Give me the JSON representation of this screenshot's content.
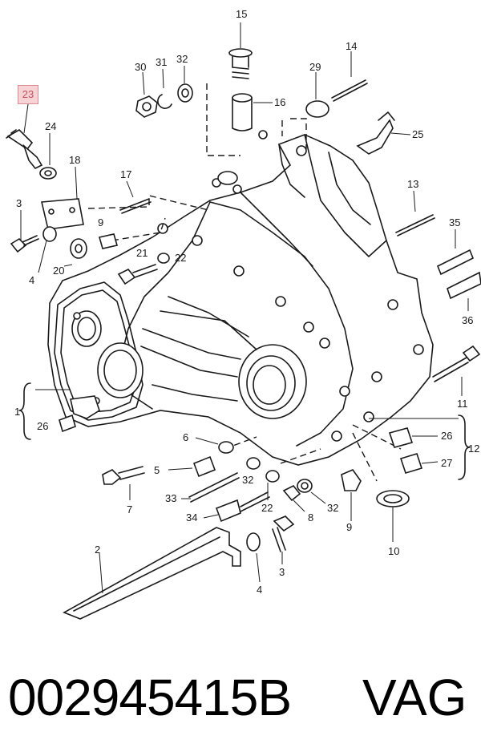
{
  "footer": {
    "part_number": "002945415B",
    "brand": "VAG"
  },
  "highlight": {
    "label": "23",
    "color": "#f7d3d6"
  },
  "callouts": {
    "c1": "1",
    "c2": "2",
    "c3a": "3",
    "c3b": "3",
    "c4a": "4",
    "c4b": "4",
    "c5": "5",
    "c6": "6",
    "c7": "7",
    "c8": "8",
    "c9a": "9",
    "c9b": "9",
    "c10": "10",
    "c11": "11",
    "c12": "12",
    "c13": "13",
    "c14": "14",
    "c15": "15",
    "c16": "16",
    "c17": "17",
    "c18": "18",
    "c20": "20",
    "c21": "21",
    "c22a": "22",
    "c22b": "22",
    "c24": "24",
    "c25": "25",
    "c26a": "26",
    "c26b": "26",
    "c27": "27",
    "c29": "29",
    "c30": "30",
    "c31": "31",
    "c32a": "32",
    "c32b": "32",
    "c32c": "32",
    "c33": "33",
    "c34": "34",
    "c35": "35",
    "c36": "36"
  }
}
